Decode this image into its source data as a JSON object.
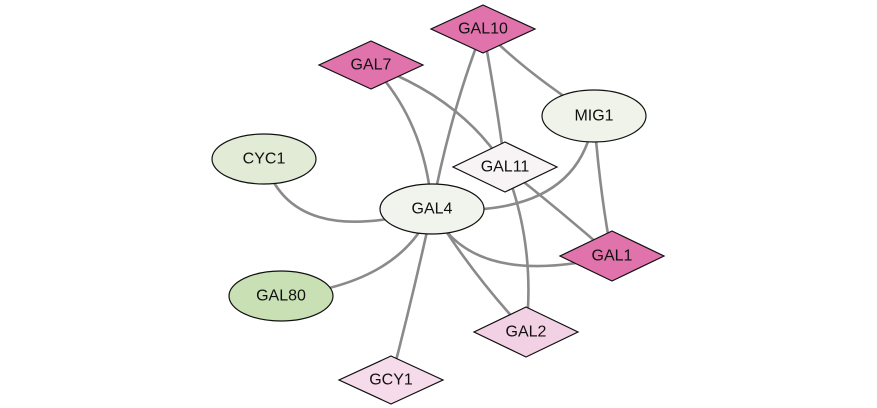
{
  "nodes": [
    {
      "id": "GAL10",
      "label": "GAL10",
      "shape": "diamond",
      "color": "#e072ac"
    },
    {
      "id": "GAL7",
      "label": "GAL7",
      "shape": "diamond",
      "color": "#e072ac"
    },
    {
      "id": "MIG1",
      "label": "MIG1",
      "shape": "ellipse",
      "color": "#eff3ea"
    },
    {
      "id": "CYC1",
      "label": "CYC1",
      "shape": "ellipse",
      "color": "#e1ebd5"
    },
    {
      "id": "GAL11",
      "label": "GAL11",
      "shape": "diamond",
      "color": "#f8f4f6"
    },
    {
      "id": "GAL4",
      "label": "GAL4",
      "shape": "ellipse",
      "color": "#f1f4ec"
    },
    {
      "id": "GAL1",
      "label": "GAL1",
      "shape": "diamond",
      "color": "#e072ac"
    },
    {
      "id": "GAL80",
      "label": "GAL80",
      "shape": "ellipse",
      "color": "#c8e0b4"
    },
    {
      "id": "GAL2",
      "label": "GAL2",
      "shape": "diamond",
      "color": "#f3d1e4"
    },
    {
      "id": "GCY1",
      "label": "GCY1",
      "shape": "diamond",
      "color": "#f6dbea"
    }
  ],
  "edges": [
    {
      "from": "GAL10",
      "to": "MIG1"
    },
    {
      "from": "GAL10",
      "to": "GAL4"
    },
    {
      "from": "GAL10",
      "to": "GAL11"
    },
    {
      "from": "GAL7",
      "to": "GAL4"
    },
    {
      "from": "GAL7",
      "to": "GAL11"
    },
    {
      "from": "MIG1",
      "to": "GAL4"
    },
    {
      "from": "MIG1",
      "to": "GAL1"
    },
    {
      "from": "CYC1",
      "to": "GAL4"
    },
    {
      "from": "GAL11",
      "to": "GAL1"
    },
    {
      "from": "GAL11",
      "to": "GAL2"
    },
    {
      "from": "GAL4",
      "to": "GAL1"
    },
    {
      "from": "GAL4",
      "to": "GAL2"
    },
    {
      "from": "GAL4",
      "to": "GAL80"
    },
    {
      "from": "GAL4",
      "to": "GCY1"
    }
  ],
  "colors": {
    "edge": "#8a8a8a",
    "outline": "#111111"
  }
}
